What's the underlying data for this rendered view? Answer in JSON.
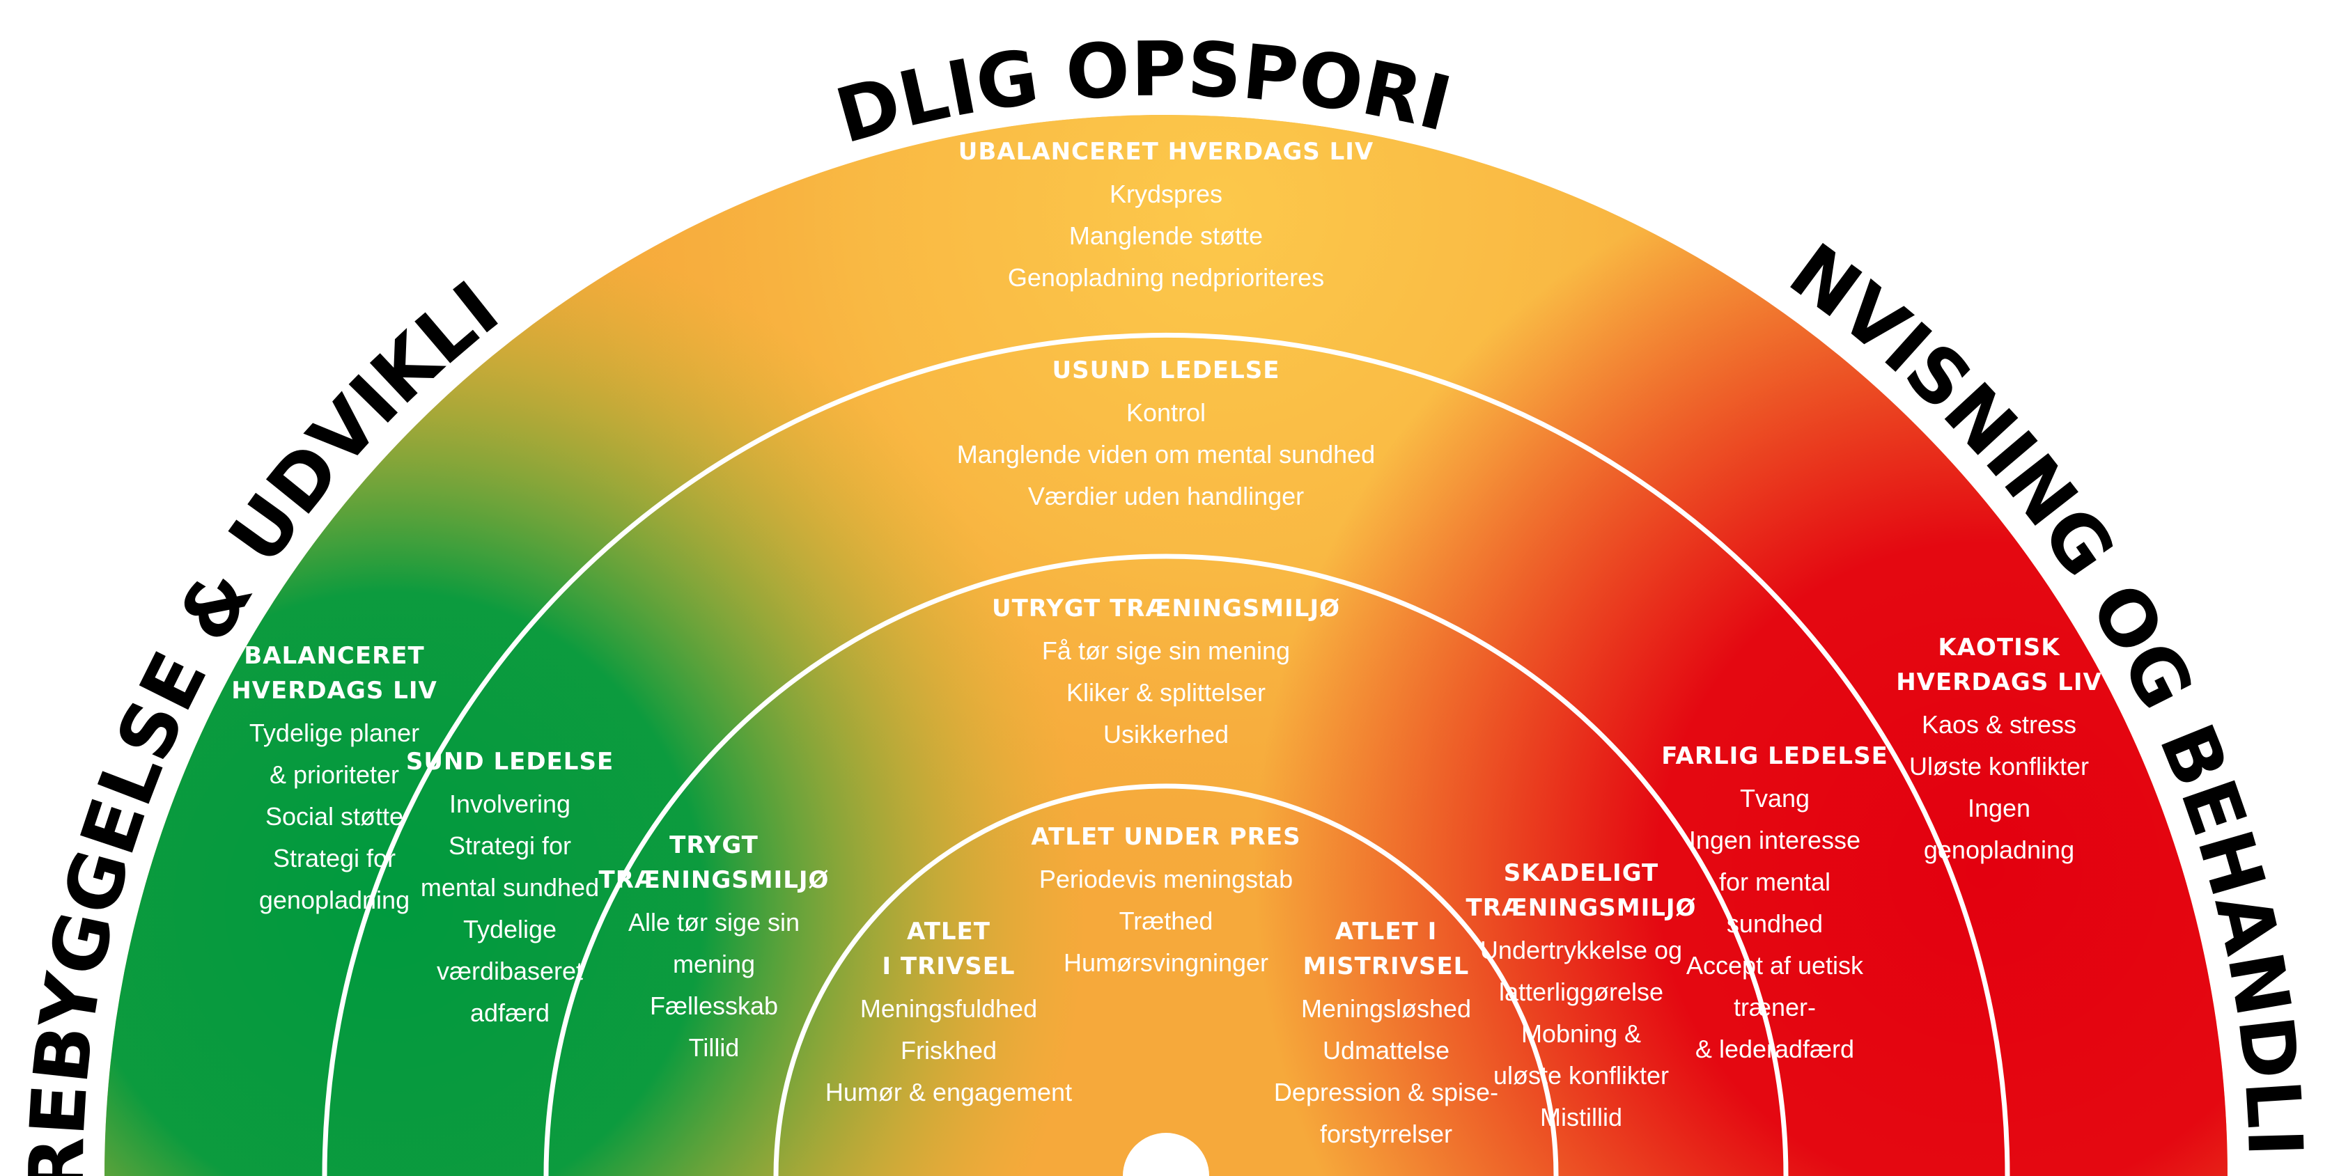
{
  "outer_labels": {
    "left": "FOREBYGGELSE & UDVIKLING",
    "top": "TIDLIG OPSPORING",
    "right": "HENVISNING OG BEHANDLING"
  },
  "colors": {
    "green": "#009a3e",
    "yellow_green": "#b9b52d",
    "orange": "#f6a93b",
    "yellow": "#fcc84b",
    "red": "#e3000f",
    "ring_line": "#ffffff"
  },
  "rings": {
    "outer": {
      "left": {
        "title": [
          "BALANCERET",
          "HVERDAGS LIV"
        ],
        "items": [
          "Tydelige planer",
          "& prioriteter",
          "Social støtte",
          "Strategi for",
          "genopladning"
        ]
      },
      "top": {
        "title": [
          "UBALANCERET HVERDAGS LIV"
        ],
        "items": [
          "Krydspres",
          "Manglende støtte",
          "Genopladning nedprioriteres"
        ]
      },
      "right": {
        "title": [
          "KAOTISK",
          "HVERDAGS LIV"
        ],
        "items": [
          "Kaos & stress",
          "Uløste konflikter",
          "Ingen",
          "genopladning"
        ]
      }
    },
    "second": {
      "left": {
        "title": [
          "SUND LEDELSE"
        ],
        "items": [
          "Involvering",
          "Strategi for",
          "mental sundhed",
          "Tydelige",
          "værdibaseret",
          "adfærd"
        ]
      },
      "top": {
        "title": [
          "USUND LEDELSE"
        ],
        "items": [
          "Kontrol",
          "Manglende viden om mental sundhed",
          "Værdier uden handlinger"
        ]
      },
      "right": {
        "title": [
          "FARLIG LEDELSE"
        ],
        "items": [
          "Tvang",
          "Ingen interesse",
          "for mental",
          "sundhed",
          "Accept af uetisk",
          "træner-",
          "& lederadfærd"
        ]
      }
    },
    "third": {
      "left": {
        "title": [
          "TRYGT",
          "TRÆNINGSMILJØ"
        ],
        "items": [
          "Alle tør sige sin",
          "mening",
          "Fællesskab",
          "Tillid"
        ]
      },
      "top": {
        "title": [
          "UTRYGT TRÆNINGSMILJØ"
        ],
        "items": [
          "Få tør sige sin mening",
          "Kliker & splittelser",
          "Usikkerhed"
        ]
      },
      "right": {
        "title": [
          "SKADELIGT",
          "TRÆNINGSMILJØ"
        ],
        "items": [
          "Undertrykkelse og",
          "latterliggørelse",
          "Mobning &",
          "uløste konflikter",
          "Mistillid"
        ]
      }
    },
    "inner": {
      "left": {
        "title": [
          "ATLET",
          "I TRIVSEL"
        ],
        "items": [
          "Meningsfuldhed",
          "Friskhed",
          "Humør & engagement"
        ]
      },
      "top": {
        "title": [
          "ATLET UNDER PRES"
        ],
        "items": [
          "Periodevis meningstab",
          "Træthed",
          "Humørsvingninger"
        ]
      },
      "right": {
        "title": [
          "ATLET I",
          "MISTRIVSEL"
        ],
        "items": [
          "Meningsløshed",
          "Udmattelse",
          "Depression & spise-",
          "forstyrrelser"
        ]
      }
    }
  }
}
